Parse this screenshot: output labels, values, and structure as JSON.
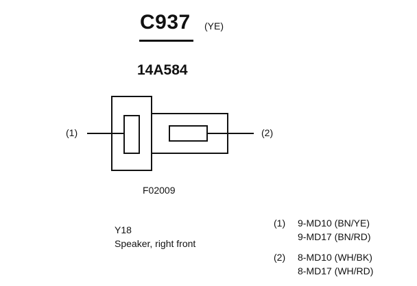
{
  "connector": {
    "id": "C937",
    "color_code": "(YE)",
    "part_number": "14A584",
    "figure_code": "F02009"
  },
  "pins": [
    {
      "label": "(1)"
    },
    {
      "label": "(2)"
    }
  ],
  "component": {
    "code": "Y18",
    "description": "Speaker, right front"
  },
  "wires": [
    {
      "pin": "(1)",
      "lines": [
        "9-MD10 (BN/YE)",
        "9-MD17 (BN/RD)"
      ]
    },
    {
      "pin": "(2)",
      "lines": [
        "8-MD10 (WH/BK)",
        "8-MD17 (WH/RD)"
      ]
    }
  ]
}
